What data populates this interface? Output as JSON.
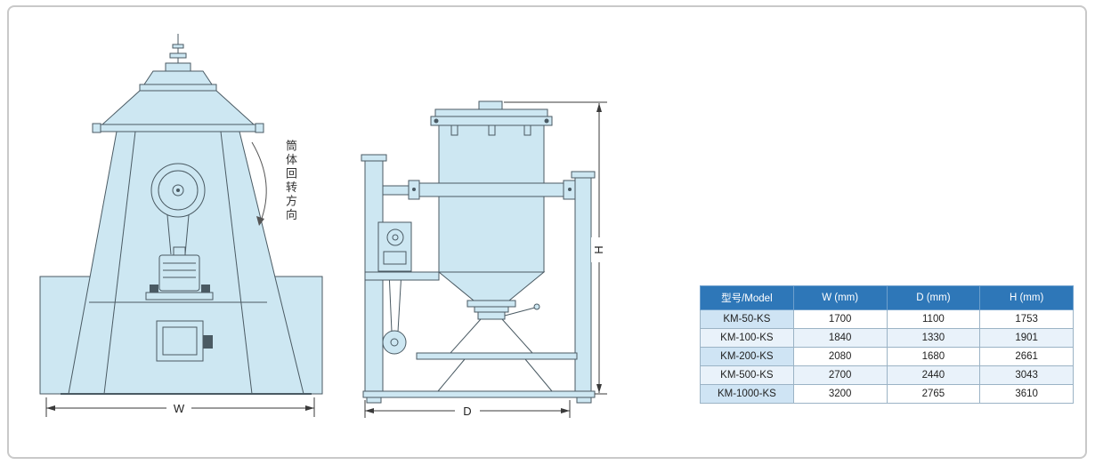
{
  "annotation": {
    "rotation_label": "筒体回转方向"
  },
  "dimensions": {
    "width_label": "W",
    "depth_label": "D",
    "height_label": "H"
  },
  "table": {
    "headers": [
      "型号/Model",
      "W (mm)",
      "D (mm)",
      "H (mm)"
    ],
    "rows": [
      [
        "KM-50-KS",
        "1700",
        "1100",
        "1753"
      ],
      [
        "KM-100-KS",
        "1840",
        "1330",
        "1901"
      ],
      [
        "KM-200-KS",
        "2080",
        "1680",
        "2661"
      ],
      [
        "KM-500-KS",
        "2700",
        "2440",
        "3043"
      ],
      [
        "KM-1000-KS",
        "3200",
        "2765",
        "3610"
      ]
    ]
  },
  "colors": {
    "table_header_bg": "#2e77b8",
    "table_header_text": "#ffffff",
    "model_col_bg": "#cfe4f4",
    "alt_row_bg": "#e9f2fa",
    "diagram_fill": "#cde7f2",
    "diagram_stroke": "#4a5a63",
    "frame_border": "#c9c9c9"
  }
}
